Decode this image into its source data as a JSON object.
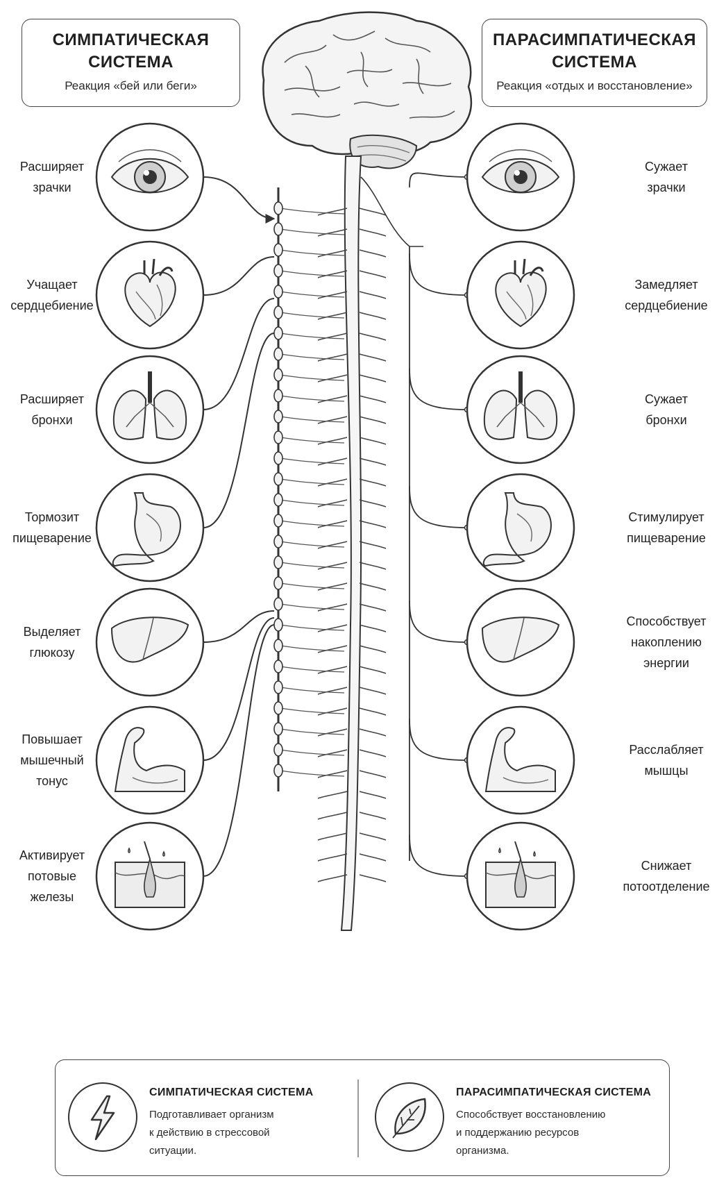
{
  "header": {
    "sympathetic": {
      "title_line1": "СИМПАТИЧЕСКАЯ",
      "title_line2": "СИСТЕМА",
      "subtitle": "Реакция «бей или беги»"
    },
    "parasympathetic": {
      "title_line1": "ПАРАСИМПАТИЧЕСКАЯ",
      "title_line2": "СИСТЕМА",
      "subtitle": "Реакция «отдых и восстановление»"
    }
  },
  "sympathetic_effects": [
    {
      "organ": "eye",
      "icon": "eye-icon",
      "lines": [
        "Расширяет",
        "зрачки"
      ]
    },
    {
      "organ": "heart",
      "icon": "heart-icon",
      "lines": [
        "Учащает",
        "сердцебиение"
      ]
    },
    {
      "organ": "lungs",
      "icon": "lungs-icon",
      "lines": [
        "Расширяет",
        "бронхи"
      ]
    },
    {
      "organ": "stomach",
      "icon": "stomach-icon",
      "lines": [
        "Тормозит",
        "пищеварение"
      ]
    },
    {
      "organ": "liver",
      "icon": "liver-icon",
      "lines": [
        "Выделяет",
        "глюкозу"
      ]
    },
    {
      "organ": "muscle",
      "icon": "muscle-icon",
      "lines": [
        "Повышает",
        "мышечный",
        "тонус"
      ]
    },
    {
      "organ": "skin",
      "icon": "sweat-gland-icon",
      "lines": [
        "Активирует",
        "потовые",
        "железы"
      ]
    }
  ],
  "parasympathetic_effects": [
    {
      "organ": "eye",
      "icon": "eye-icon",
      "lines": [
        "Сужает",
        "зрачки"
      ]
    },
    {
      "organ": "heart",
      "icon": "heart-icon",
      "lines": [
        "Замедляет",
        "сердцебиение"
      ]
    },
    {
      "organ": "lungs",
      "icon": "lungs-icon",
      "lines": [
        "Сужает",
        "бронхи"
      ]
    },
    {
      "organ": "stomach",
      "icon": "stomach-icon",
      "lines": [
        "Стимулирует",
        "пищеварение"
      ]
    },
    {
      "organ": "liver",
      "icon": "liver-icon",
      "lines": [
        "Способствует",
        "накоплению",
        "энергии"
      ]
    },
    {
      "organ": "muscle",
      "icon": "muscle-icon",
      "lines": [
        "Расслабляет",
        "мышцы"
      ]
    },
    {
      "organ": "skin",
      "icon": "sweat-gland-icon",
      "lines": [
        "Снижает",
        "потоотделение"
      ]
    }
  ],
  "legend": {
    "sympathetic": {
      "icon": "lightning-icon",
      "title": "СИМПАТИЧЕСКАЯ СИСТЕМА",
      "desc_lines": [
        "Подготавливает организм",
        "к действию в стрессовой",
        "ситуации."
      ]
    },
    "parasympathetic": {
      "icon": "leaf-icon",
      "title": "ПАРАСИМПАТИЧЕСКАЯ СИСТЕМА",
      "desc_lines": [
        "Способствует восстановлению",
        "и поддержанию ресурсов",
        "организма."
      ]
    }
  },
  "colors": {
    "line": "#333333",
    "fill_light": "#f2f2f2",
    "fill_mid": "#d9d9d9"
  }
}
